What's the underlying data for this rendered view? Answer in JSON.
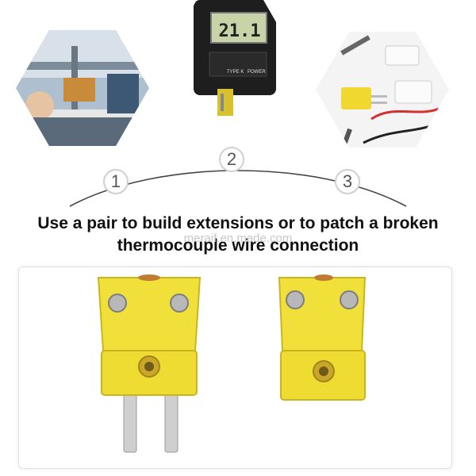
{
  "steps": [
    "1",
    "2",
    "3"
  ],
  "meter": {
    "reading": "21.1",
    "label_type": "TYPE K",
    "label_power": "POWER"
  },
  "headline": {
    "line1": "Use a pair to build extensions or to patch a broken",
    "line2": "thermocouple wire connection"
  },
  "watermark": "meraif.en.made.com",
  "colors": {
    "connector_yellow": "#f2e03a",
    "screw": "#b8b8b8",
    "pin": "#cfcfcf",
    "arc": "#333333"
  }
}
